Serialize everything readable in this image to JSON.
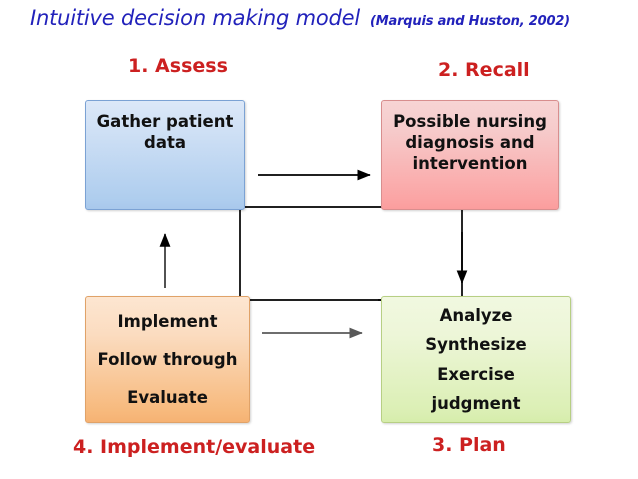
{
  "title": {
    "main": "Intuitive decision making model",
    "citation": "(Marquis and Huston, 2002)",
    "color": "#2222bb"
  },
  "step_labels": {
    "color": "#cc2020",
    "assess": "1. Assess",
    "recall": "2. Recall",
    "implement_evaluate": "4. Implement/evaluate",
    "plan": "3. Plan"
  },
  "nodes": {
    "assess": {
      "name": "Gather patient data",
      "lines": [
        "Gather patient",
        "data"
      ],
      "fill": "#aecdee",
      "border": "#7ba2d4"
    },
    "recall": {
      "name": "Possible nursing diagnosis and intervention",
      "lines": [
        "Possible nursing",
        "diagnosis and",
        "intervention"
      ],
      "fill": "#fba5a5",
      "border": "#d88e8e"
    },
    "implement": {
      "name": "Implement Follow through Evaluate",
      "lines": [
        "Implement",
        "Follow through",
        "Evaluate"
      ],
      "fill": "#f7b97c",
      "border": "#e0a268"
    },
    "analyze": {
      "name": "Analyze Synthesize Exercise judgment",
      "lines": [
        "Analyze",
        "Synthesize",
        "Exercise",
        "judgment"
      ],
      "fill": "#dbefb4",
      "border": "#b7cf84"
    }
  },
  "connectors": {
    "arrow_top_label": "assess-to-recall-arrow",
    "arrow_right_label": "recall-to-analyze-arrow",
    "arrow_bottom_label": "implement-to-analyze-arrow",
    "arrow_left_label": "implement-to-assess-arrow",
    "line_color": "#000000",
    "gray_arrow_color": "#595959"
  }
}
